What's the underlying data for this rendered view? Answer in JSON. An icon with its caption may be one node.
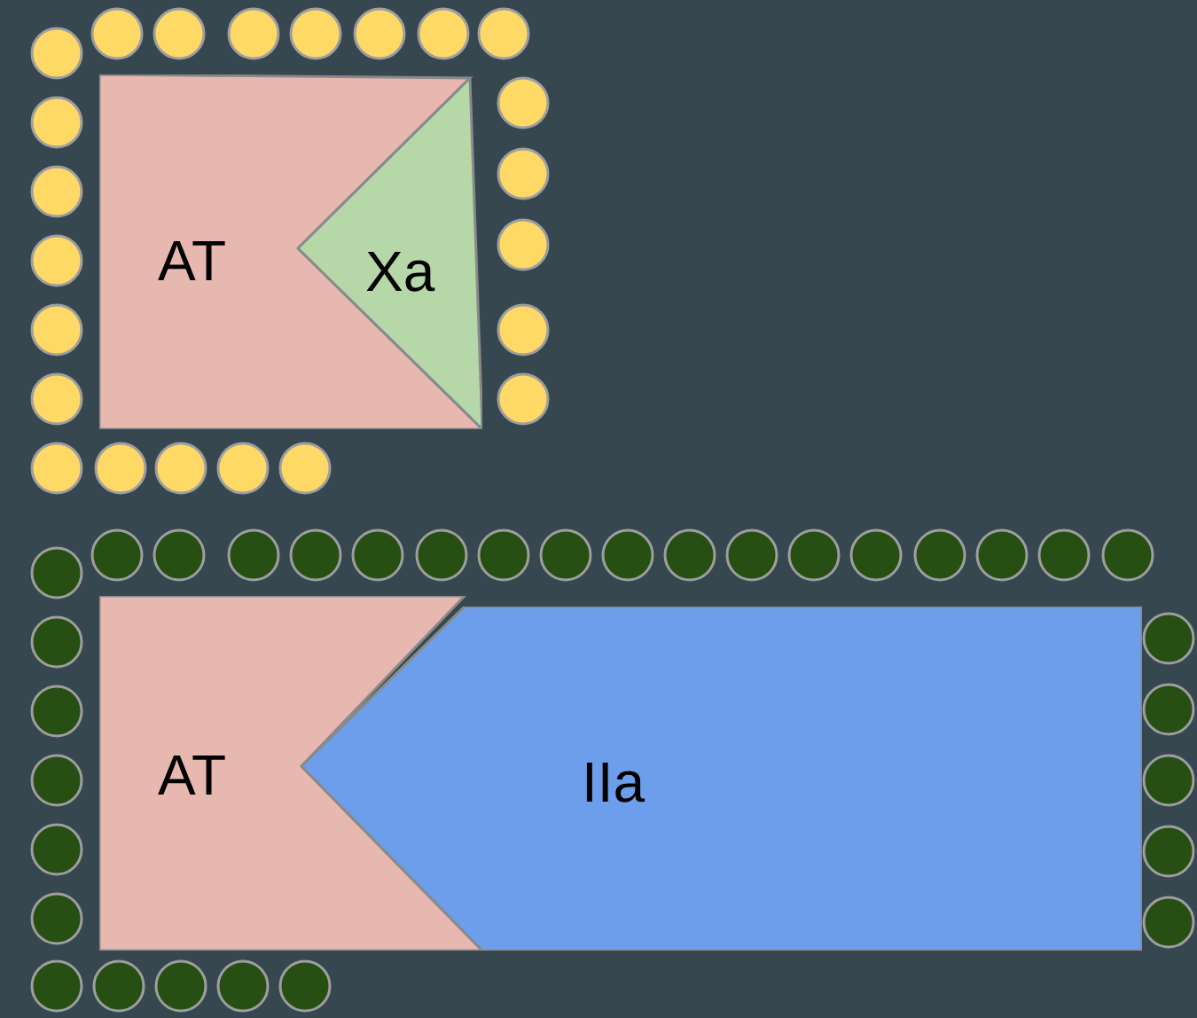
{
  "diagram": {
    "nodes": [
      {
        "text": [
          "AT"
        ]
      },
      {
        "text": [
          "Xa"
        ]
      },
      {
        "text": [
          "AT"
        ]
      },
      {
        "text": [
          "IIa"
        ]
      }
    ]
  }
}
